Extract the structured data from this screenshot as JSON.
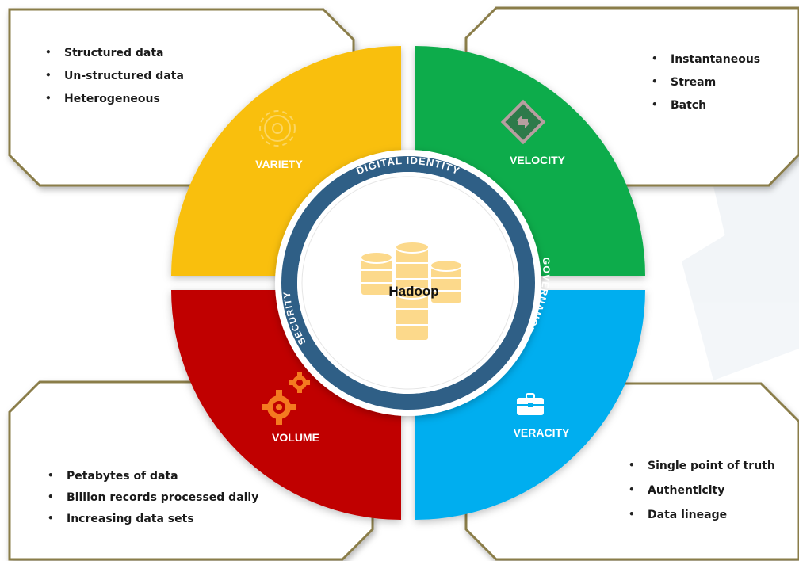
{
  "center": {
    "label": "Hadoop",
    "ring_labels": [
      "DIGITAL IDENTITY",
      "GOVERNANCE",
      "SECURITY"
    ]
  },
  "quadrants": [
    {
      "key": "variety",
      "label": "VARIETY",
      "color": "#f9bf08",
      "icon": "gear-outline-icon",
      "items": [
        "Structured data",
        "Un-structured data",
        "Heterogeneous"
      ]
    },
    {
      "key": "velocity",
      "label": "VELOCITY",
      "color": "#10ac4c",
      "icon": "diamond-arrows-icon",
      "items": [
        "Instantaneous",
        "Stream",
        "Batch"
      ]
    },
    {
      "key": "volume",
      "label": "VOLUME",
      "color": "#c00000",
      "icon": "gears-icon",
      "items": [
        "Petabytes of data",
        "Billion records processed daily",
        "Increasing data sets"
      ]
    },
    {
      "key": "veracity",
      "label": "VERACITY",
      "color": "#00aeef",
      "icon": "briefcase-icon",
      "items": [
        "Single point of truth",
        "Authenticity",
        "Data lineage"
      ]
    }
  ],
  "colors": {
    "ring": "#2f5f86",
    "frame": "#8a7d4a",
    "database": "#fcd98b"
  }
}
